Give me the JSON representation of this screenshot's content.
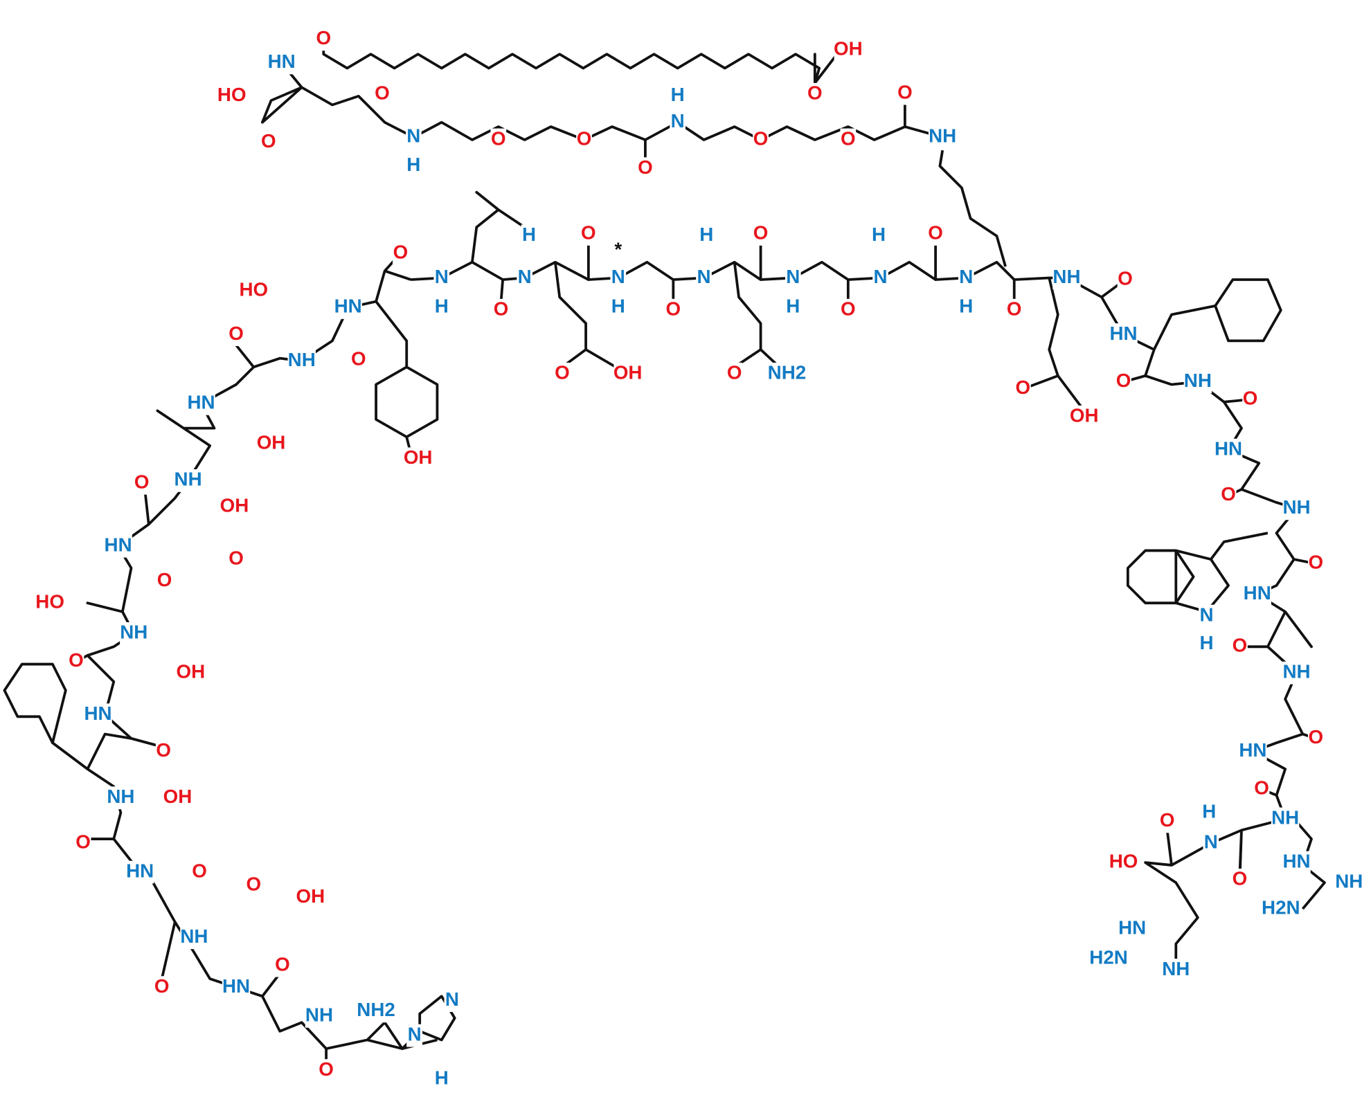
{
  "colors": {
    "O": "#e8151c",
    "N": "#127bc4",
    "C": "#111111"
  },
  "atoms": [
    {
      "text": "O",
      "el": "O"
    },
    {
      "text": "HN",
      "el": "N"
    },
    {
      "text": "OH",
      "el": "O"
    },
    {
      "text": "HO",
      "el": "O"
    },
    {
      "text": "O",
      "el": "O"
    },
    {
      "text": "O",
      "el": "O"
    },
    {
      "text": "O",
      "el": "O"
    },
    {
      "text": "H",
      "el": "N"
    },
    {
      "text": "N",
      "el": "N"
    },
    {
      "text": "O",
      "el": "O"
    },
    {
      "text": "N",
      "el": "N"
    },
    {
      "text": "H",
      "el": "N"
    },
    {
      "text": "O",
      "el": "O"
    },
    {
      "text": "O",
      "el": "O"
    },
    {
      "text": "O",
      "el": "O"
    },
    {
      "text": "O",
      "el": "O"
    },
    {
      "text": "NH",
      "el": "N"
    },
    {
      "text": "O",
      "el": "O"
    },
    {
      "text": "H",
      "el": "N"
    },
    {
      "text": "O",
      "el": "O"
    },
    {
      "text": "H",
      "el": "N"
    },
    {
      "text": "O",
      "el": "O"
    },
    {
      "text": "H",
      "el": "N"
    },
    {
      "text": "O",
      "el": "O"
    },
    {
      "text": "O",
      "el": "O"
    },
    {
      "text": "*",
      "el": "C"
    },
    {
      "text": "HO",
      "el": "O"
    },
    {
      "text": "N",
      "el": "N"
    },
    {
      "text": "H",
      "el": "N"
    },
    {
      "text": "N",
      "el": "N"
    },
    {
      "text": "N",
      "el": "N"
    },
    {
      "text": "H",
      "el": "N"
    },
    {
      "text": "N",
      "el": "N"
    },
    {
      "text": "N",
      "el": "N"
    },
    {
      "text": "H",
      "el": "N"
    },
    {
      "text": "N",
      "el": "N"
    },
    {
      "text": "N",
      "el": "N"
    },
    {
      "text": "H",
      "el": "N"
    },
    {
      "text": "NH",
      "el": "N"
    },
    {
      "text": "O",
      "el": "O"
    },
    {
      "text": "HN",
      "el": "N"
    },
    {
      "text": "O",
      "el": "O"
    },
    {
      "text": "O",
      "el": "O"
    },
    {
      "text": "O",
      "el": "O"
    },
    {
      "text": "O",
      "el": "O"
    },
    {
      "text": "O",
      "el": "O"
    },
    {
      "text": "NH",
      "el": "N"
    },
    {
      "text": "O",
      "el": "O"
    },
    {
      "text": "HN",
      "el": "N"
    },
    {
      "text": "O",
      "el": "O"
    },
    {
      "text": "OH",
      "el": "O"
    },
    {
      "text": "O",
      "el": "O"
    },
    {
      "text": "NH2",
      "el": "N"
    },
    {
      "text": "HN",
      "el": "N"
    },
    {
      "text": "OH",
      "el": "O"
    },
    {
      "text": "O",
      "el": "O"
    },
    {
      "text": "O",
      "el": "O"
    },
    {
      "text": "NH",
      "el": "N"
    },
    {
      "text": "O",
      "el": "O"
    },
    {
      "text": "OH",
      "el": "O"
    },
    {
      "text": "OH",
      "el": "O"
    },
    {
      "text": "HN",
      "el": "N"
    },
    {
      "text": "NH",
      "el": "N"
    },
    {
      "text": "O",
      "el": "O"
    },
    {
      "text": "OH",
      "el": "O"
    },
    {
      "text": "O",
      "el": "O"
    },
    {
      "text": "NH",
      "el": "N"
    },
    {
      "text": "O",
      "el": "O"
    },
    {
      "text": "HN",
      "el": "N"
    },
    {
      "text": "O",
      "el": "O"
    },
    {
      "text": "HO",
      "el": "O"
    },
    {
      "text": "O",
      "el": "O"
    },
    {
      "text": "HN",
      "el": "N"
    },
    {
      "text": "N",
      "el": "N"
    },
    {
      "text": "H",
      "el": "N"
    },
    {
      "text": "NH",
      "el": "N"
    },
    {
      "text": "O",
      "el": "O"
    },
    {
      "text": "OH",
      "el": "O"
    },
    {
      "text": "O",
      "el": "O"
    },
    {
      "text": "NH",
      "el": "N"
    },
    {
      "text": "HN",
      "el": "N"
    },
    {
      "text": "O",
      "el": "O"
    },
    {
      "text": "O",
      "el": "O"
    },
    {
      "text": "HN",
      "el": "N"
    },
    {
      "text": "NH",
      "el": "N"
    },
    {
      "text": "OH",
      "el": "O"
    },
    {
      "text": "O",
      "el": "O"
    },
    {
      "text": "NH",
      "el": "N"
    },
    {
      "text": "O",
      "el": "O"
    },
    {
      "text": "H",
      "el": "N"
    },
    {
      "text": "N",
      "el": "N"
    },
    {
      "text": "O",
      "el": "O"
    },
    {
      "text": "HO",
      "el": "O"
    },
    {
      "text": "HN",
      "el": "N"
    },
    {
      "text": "NH",
      "el": "N"
    },
    {
      "text": "O",
      "el": "O"
    },
    {
      "text": "H2N",
      "el": "N"
    },
    {
      "text": "HN",
      "el": "N"
    },
    {
      "text": "O",
      "el": "O"
    },
    {
      "text": "O",
      "el": "O"
    },
    {
      "text": "OH",
      "el": "O"
    },
    {
      "text": "NH",
      "el": "N"
    },
    {
      "text": "HN",
      "el": "N"
    },
    {
      "text": "O",
      "el": "O"
    },
    {
      "text": "HN",
      "el": "N"
    },
    {
      "text": "O",
      "el": "O"
    },
    {
      "text": "N",
      "el": "N"
    },
    {
      "text": "NH",
      "el": "N"
    },
    {
      "text": "NH2",
      "el": "N"
    },
    {
      "text": "N",
      "el": "N"
    },
    {
      "text": "O",
      "el": "O"
    },
    {
      "text": "H2N",
      "el": "N"
    },
    {
      "text": "NH",
      "el": "N"
    },
    {
      "text": "H",
      "el": "N"
    }
  ]
}
